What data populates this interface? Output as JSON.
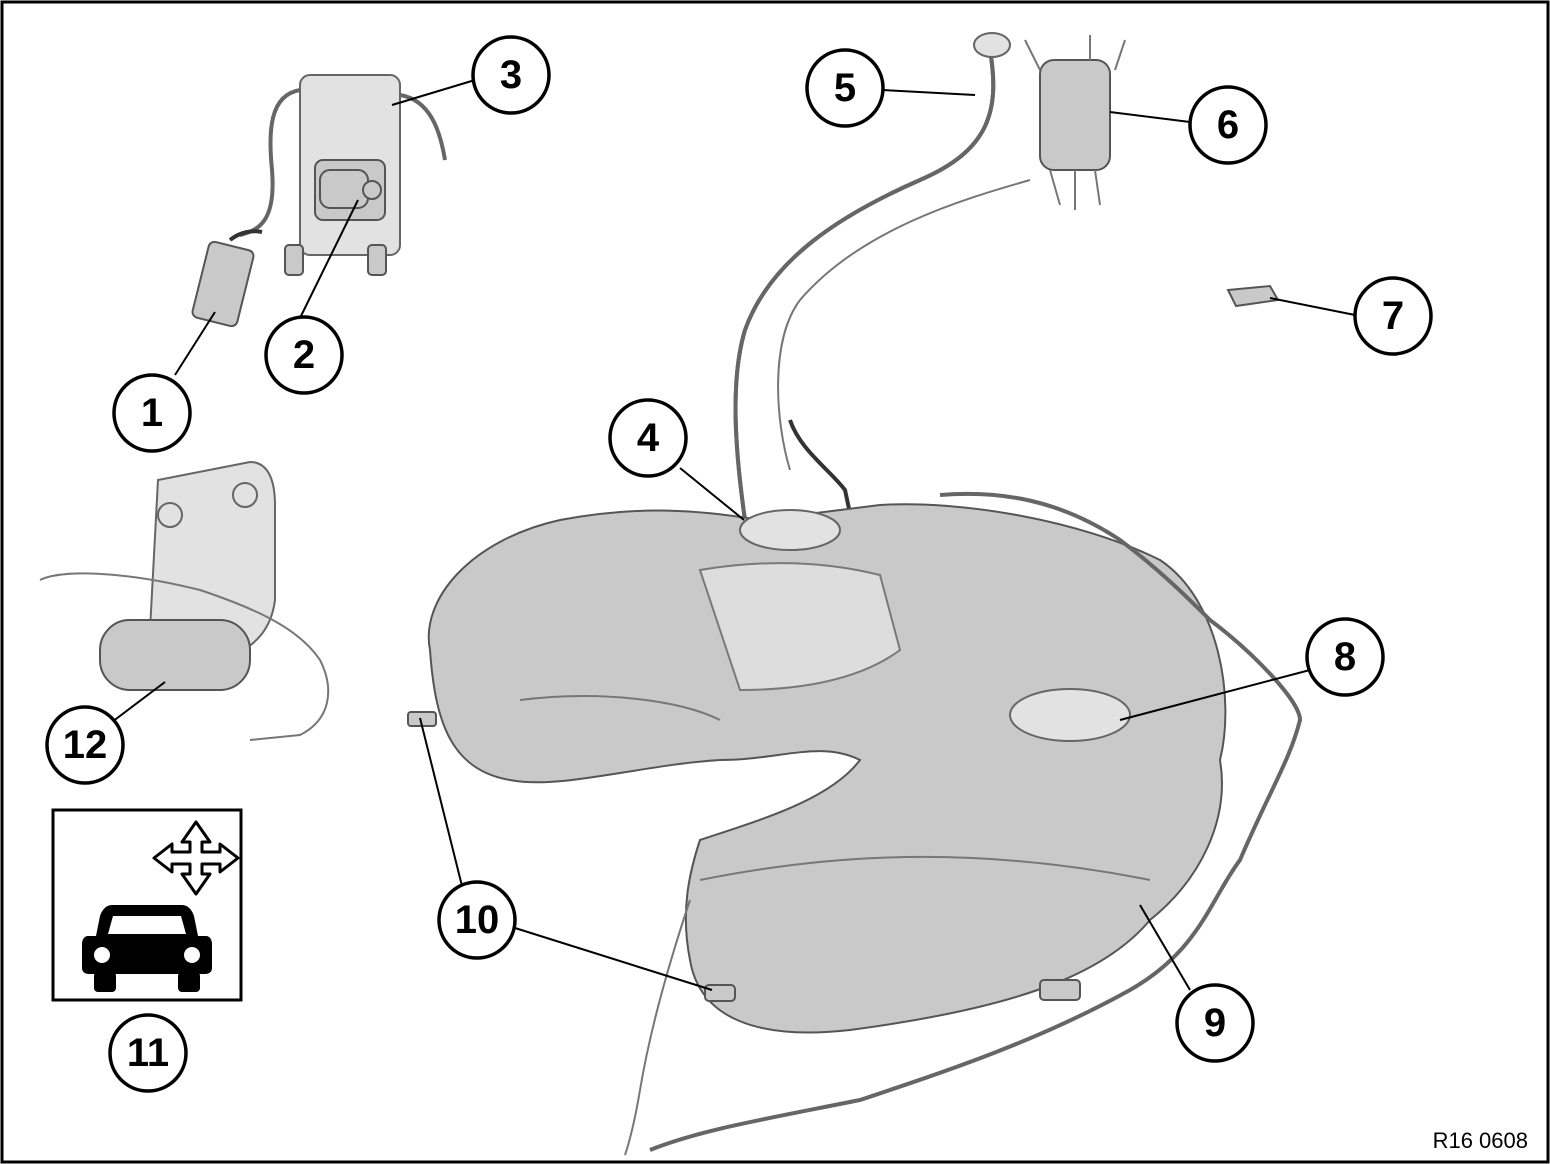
{
  "figure": {
    "reference_code": "R16 0608",
    "callouts": [
      "1",
      "2",
      "3",
      "4",
      "5",
      "6",
      "7",
      "8",
      "9",
      "10",
      "11",
      "12"
    ]
  },
  "colors": {
    "background": "#ffffff",
    "outline": "#000000",
    "part_gray": "#c9c9c9"
  },
  "icons": {
    "vehicle_orientation": "car-front-icon",
    "direction_arrows": "four-way-arrow-icon"
  }
}
